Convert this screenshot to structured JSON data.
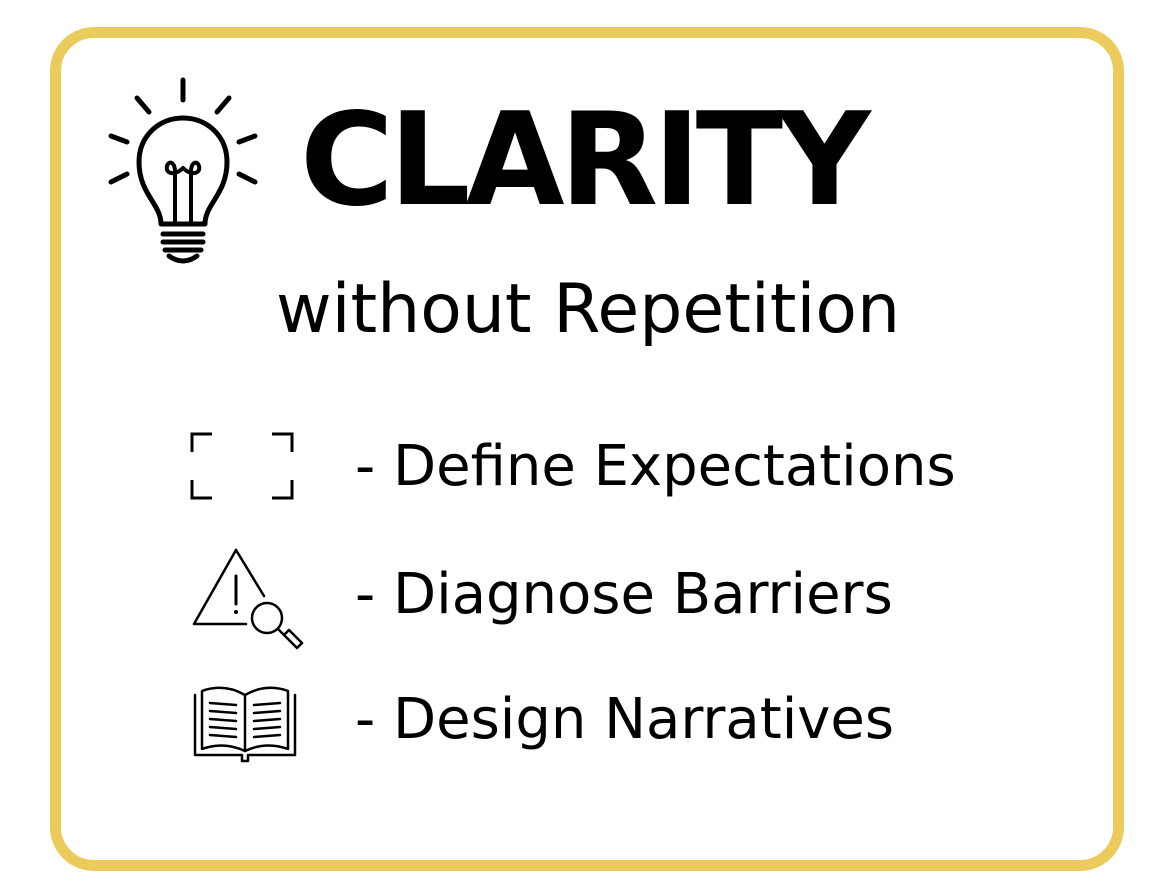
{
  "card": {
    "border_color": "#EBCB5B"
  },
  "header": {
    "title": "CLARITY",
    "subtitle": "without Repetition",
    "icon": "lightbulb-icon"
  },
  "items": [
    {
      "icon": "focus-frame-icon",
      "label": "- Define Expectations"
    },
    {
      "icon": "warning-magnifier-icon",
      "label": "- Diagnose Barriers"
    },
    {
      "icon": "open-book-icon",
      "label": "- Design Narratives"
    }
  ]
}
